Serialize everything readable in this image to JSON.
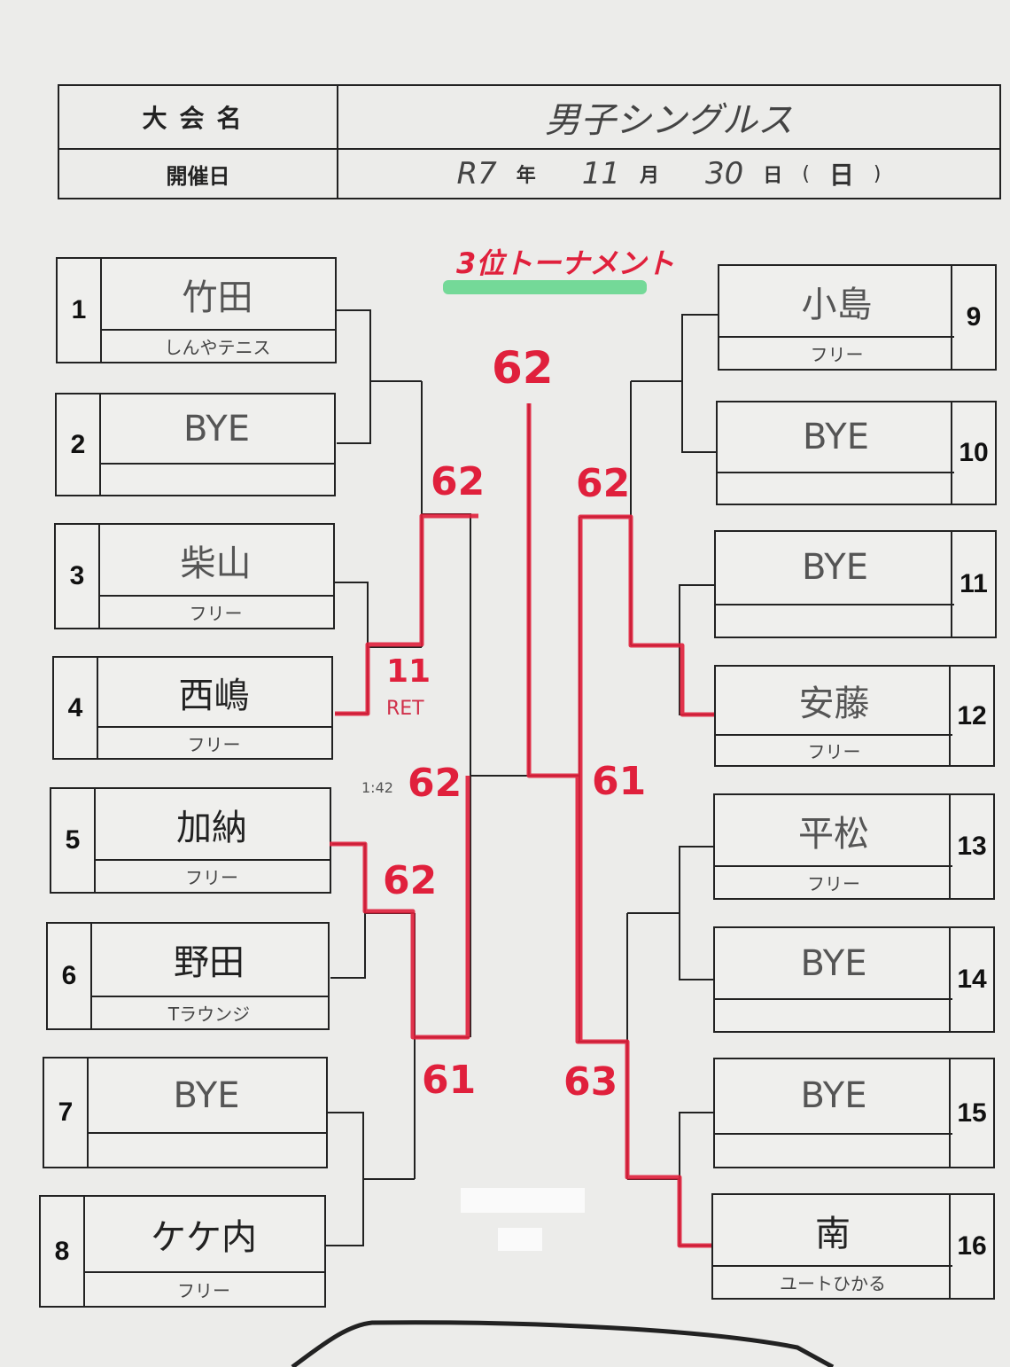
{
  "header": {
    "event_label": "大会名",
    "event_name": "男子シングルス",
    "date_label": "開催日",
    "era": "R7",
    "year_unit": "年",
    "month": "11",
    "month_unit": "月",
    "day": "30",
    "day_unit": "日",
    "weekday_open": "(",
    "weekday": "日",
    "weekday_close": ")"
  },
  "bracket_title": "3位トーナメント",
  "left_players": [
    {
      "num": "1",
      "name": "竹田",
      "affiliation": "しんやテニス"
    },
    {
      "num": "2",
      "name": "BYE",
      "affiliation": ""
    },
    {
      "num": "3",
      "name": "柴山",
      "affiliation": "フリー"
    },
    {
      "num": "4",
      "name": "西嶋",
      "affiliation": "フリー"
    },
    {
      "num": "5",
      "name": "加納",
      "affiliation": "フリー"
    },
    {
      "num": "6",
      "name": "野田",
      "affiliation": "Tラウンジ"
    },
    {
      "num": "7",
      "name": "BYE",
      "affiliation": ""
    },
    {
      "num": "8",
      "name": "ケケ内",
      "affiliation": "フリー"
    }
  ],
  "right_players": [
    {
      "num": "9",
      "name": "小島",
      "affiliation": "フリー"
    },
    {
      "num": "10",
      "name": "BYE",
      "affiliation": ""
    },
    {
      "num": "11",
      "name": "BYE",
      "affiliation": ""
    },
    {
      "num": "12",
      "name": "安藤",
      "affiliation": "フリー"
    },
    {
      "num": "13",
      "name": "平松",
      "affiliation": "フリー"
    },
    {
      "num": "14",
      "name": "BYE",
      "affiliation": ""
    },
    {
      "num": "15",
      "name": "BYE",
      "affiliation": ""
    },
    {
      "num": "16",
      "name": "南",
      "affiliation": "ユートひかる"
    }
  ],
  "scores": {
    "final": "62",
    "left_qf_top": "62",
    "left_r1_3v4": "11",
    "left_r1_3v4_note": "RET",
    "left_sf": "62",
    "left_time_note": "1:42",
    "left_r1_5v6": "62",
    "left_qf_bottom": "61",
    "right_qf_top": "62",
    "right_sf": "61",
    "right_qf_bottom": "63"
  },
  "colors": {
    "ink": "#222222",
    "marker_red": "#e0203c",
    "highlight_green": "#5fd68a"
  }
}
